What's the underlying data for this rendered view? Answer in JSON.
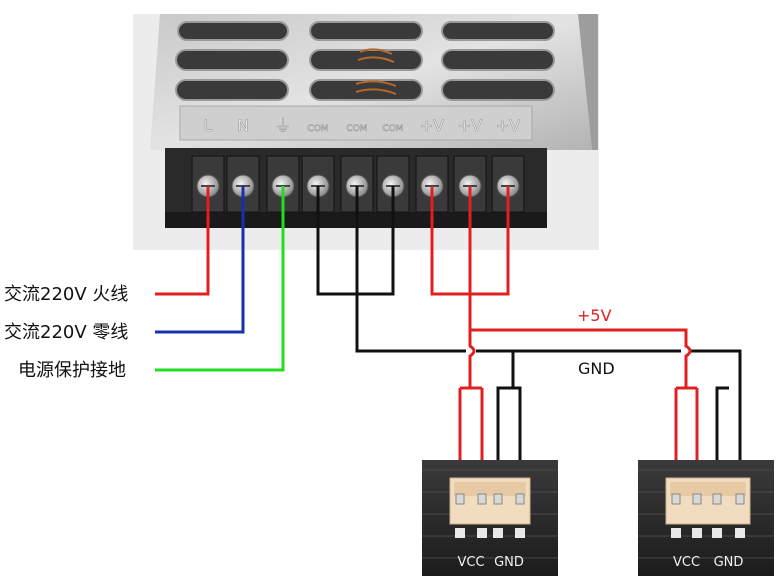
{
  "psu": {
    "terminal_labels": [
      "L",
      "N",
      "⏚",
      "COM",
      "COM",
      "COM",
      "+V",
      "+V",
      "+V"
    ]
  },
  "wire_labels": {
    "live": "交流220V 火线",
    "neutral": "交流220V 零线",
    "earth": "电源保护接地"
  },
  "bus_labels": {
    "plus5v": "+5V",
    "gnd": "GND"
  },
  "modules": [
    {
      "vcc_label": "VCC",
      "gnd_label": "GND"
    },
    {
      "vcc_label": "VCC",
      "gnd_label": "GND"
    }
  ],
  "colors": {
    "live_wire": "#e02020",
    "neutral_wire": "#1a2fb0",
    "earth_wire": "#22dd22",
    "power_wire": "#e02020",
    "ground_wire": "#111111",
    "plus5v_text": "#e02020"
  }
}
